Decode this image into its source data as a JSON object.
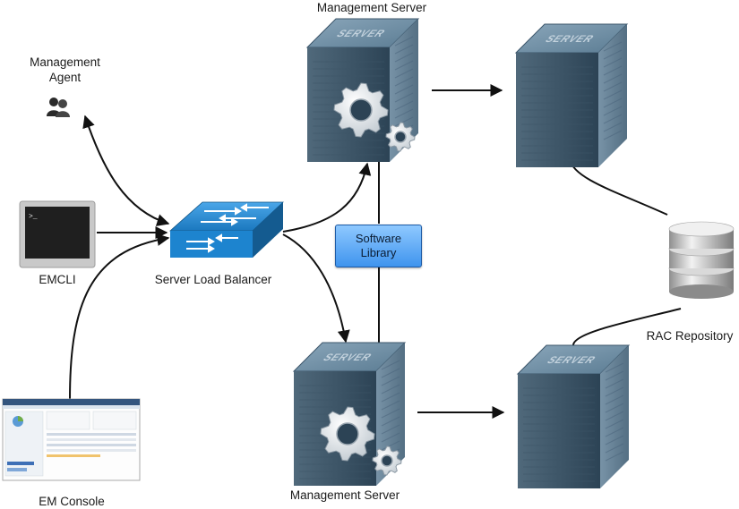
{
  "nodes": {
    "management_agent": {
      "label": "Management Agent",
      "icon": "users-icon"
    },
    "emcli": {
      "label": "EMCLI",
      "icon": "terminal-icon"
    },
    "em_console": {
      "label": "EM Console",
      "icon": "browser-screenshot-icon"
    },
    "load_balancer": {
      "label": "Server Load Balancer",
      "icon": "network-switch-icon"
    },
    "mgmt_server_top": {
      "label": "Management Server",
      "icon": "server-gear-icon",
      "brand": "SERVER"
    },
    "mgmt_server_bottom": {
      "label": "Management Server",
      "icon": "server-gear-icon",
      "brand": "SERVER"
    },
    "db_server_top": {
      "icon": "server-icon",
      "brand": "SERVER"
    },
    "db_server_bottom": {
      "icon": "server-icon",
      "brand": "SERVER"
    },
    "software_library": {
      "label": "Software Library"
    },
    "rac_repository": {
      "label": "RAC Repository",
      "icon": "database-icon"
    }
  },
  "edges": [
    {
      "from": "management_agent",
      "to": "load_balancer",
      "style": "bidirectional-arrow"
    },
    {
      "from": "emcli",
      "to": "load_balancer",
      "style": "arrow"
    },
    {
      "from": "em_console",
      "to": "load_balancer",
      "style": "arrow"
    },
    {
      "from": "load_balancer",
      "to": "mgmt_server_top",
      "style": "arrow"
    },
    {
      "from": "load_balancer",
      "to": "mgmt_server_bottom",
      "style": "arrow"
    },
    {
      "from": "mgmt_server_top",
      "to": "db_server_top",
      "style": "arrow"
    },
    {
      "from": "mgmt_server_bottom",
      "to": "db_server_bottom",
      "style": "arrow"
    },
    {
      "from": "mgmt_server_top",
      "to": "mgmt_server_bottom",
      "style": "line",
      "via": "software_library"
    },
    {
      "from": "db_server_top",
      "to": "rac_repository",
      "style": "line"
    },
    {
      "from": "db_server_bottom",
      "to": "rac_repository",
      "style": "line"
    }
  ],
  "colors": {
    "server_dark": "#2f4a5c",
    "server_light": "#6d8ca2",
    "switch_blue": "#1d7fc4",
    "library_blue": "#4a9df0",
    "connector": "#111111"
  }
}
